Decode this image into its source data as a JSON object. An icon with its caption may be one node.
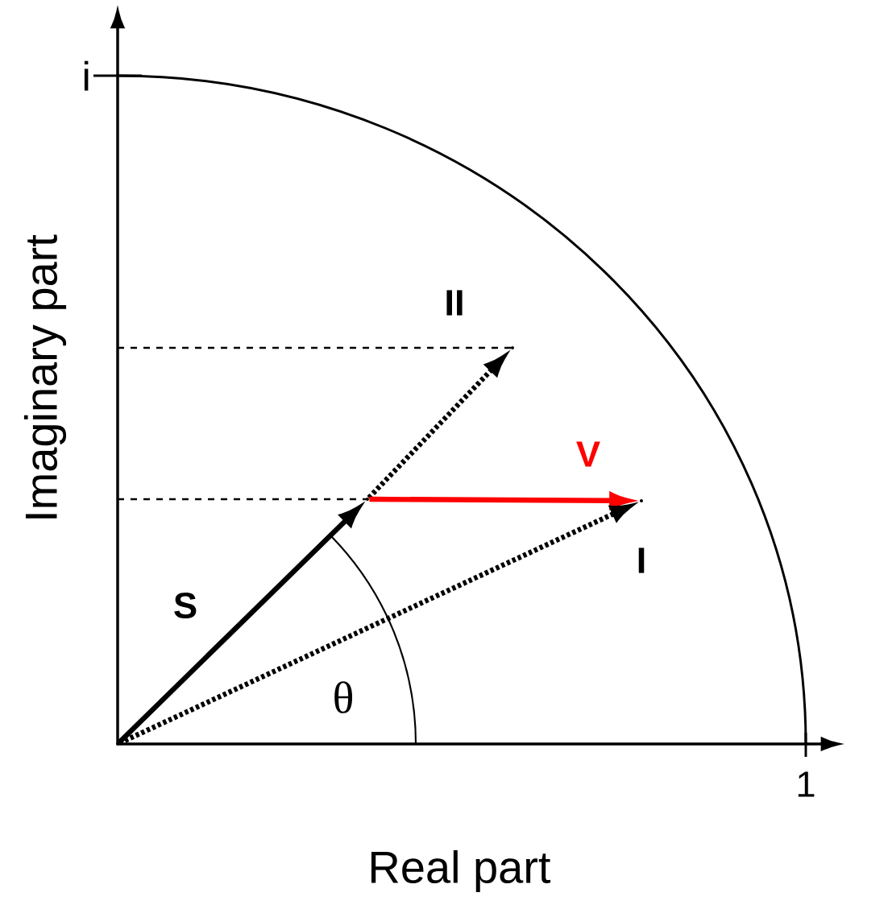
{
  "diagram": {
    "nodes": [
      {
        "text": [],
        "shape": "point"
      },
      {
        "text": [],
        "shape": "point"
      },
      {
        "text": [],
        "shape": "point"
      },
      {
        "text": [],
        "shape": "point"
      }
    ],
    "edges": [
      {
        "from": 0,
        "to": 1,
        "arrow": "to",
        "label": "S"
      },
      {
        "from": 1,
        "to": 2,
        "arrow": "to",
        "label": "II",
        "style": "dashed"
      },
      {
        "from": 1,
        "to": 3,
        "arrow": "to",
        "label": "V",
        "color": "#ff0000"
      },
      {
        "from": 0,
        "to": 3,
        "arrow": "to",
        "label": "I",
        "style": "dashed"
      }
    ],
    "labels": [
      "i",
      "Imaginary part",
      "θ",
      "1",
      "Real part"
    ]
  }
}
